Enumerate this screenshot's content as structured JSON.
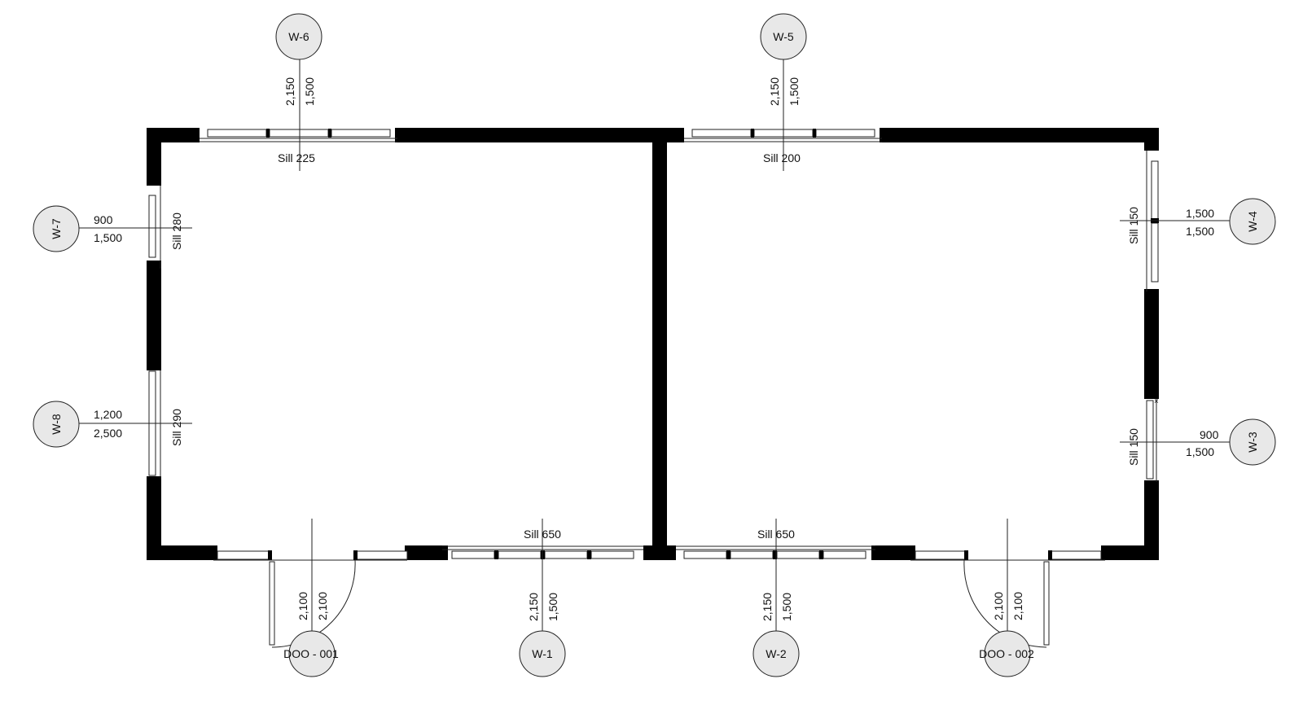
{
  "tags": {
    "w1": "W-1",
    "w2": "W-2",
    "w3": "W-3",
    "w4": "W-4",
    "w5": "W-5",
    "w6": "W-6",
    "w7": "W-7",
    "w8": "W-8",
    "d1": "DOO - 001",
    "d2": "DOO - 002"
  },
  "dims": {
    "w6": {
      "a": "2,150",
      "b": "1,500",
      "sill": "Sill 225"
    },
    "w5": {
      "a": "2,150",
      "b": "1,500",
      "sill": "Sill 200"
    },
    "w7": {
      "a": "900",
      "b": "1,500",
      "sill": "Sill 280"
    },
    "w8": {
      "a": "1,200",
      "b": "2,500",
      "sill": "Sill 290"
    },
    "w4": {
      "a": "1,500",
      "b": "1,500",
      "sill": "Sill 150"
    },
    "w3": {
      "a": "900",
      "b": "1,500",
      "sill": "Sill 150"
    },
    "w1": {
      "a": "2,150",
      "b": "1,500",
      "sill": "Sill 650"
    },
    "w2": {
      "a": "2,150",
      "b": "1,500",
      "sill": "Sill 650"
    },
    "d1": {
      "a": "2,100",
      "b": "2,100"
    },
    "d2": {
      "a": "2,100",
      "b": "2,100"
    }
  }
}
